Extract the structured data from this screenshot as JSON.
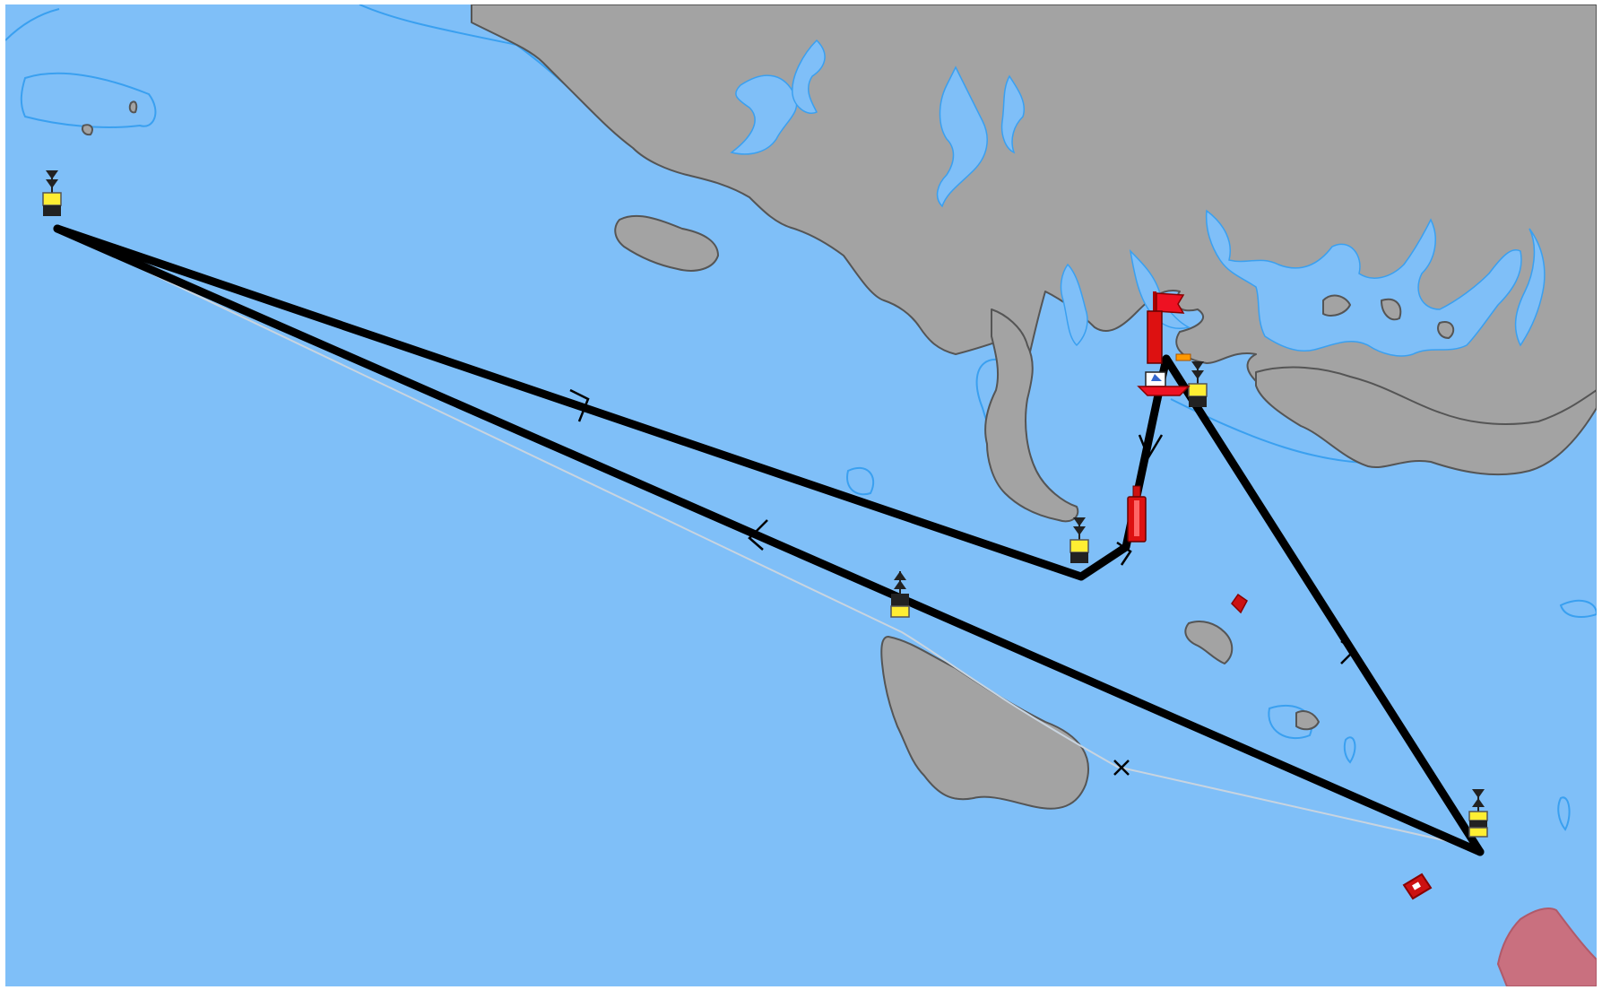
{
  "map": {
    "water_color": "#7fbff8",
    "land_color": "#a3a3a3",
    "track_color": "#000000",
    "restricted_area_color": "#c9707f"
  },
  "markers": [
    {
      "name": "buoy-nw",
      "icon": "cardinal-buoy-south"
    },
    {
      "name": "buoy-harbor-entrance",
      "icon": "cardinal-buoy-south"
    },
    {
      "name": "buoy-mid-channel",
      "icon": "cardinal-buoy-north"
    },
    {
      "name": "buoy-harbor-east",
      "icon": "cardinal-buoy-south"
    },
    {
      "name": "buoy-se",
      "icon": "cardinal-buoy-south"
    },
    {
      "name": "red-lateral-buoy",
      "icon": "lateral-buoy-red"
    },
    {
      "name": "harbor-flag",
      "icon": "red-flag"
    },
    {
      "name": "own-vessel",
      "icon": "boat-icon"
    },
    {
      "name": "waypoint-cross",
      "icon": "cross-mark"
    }
  ]
}
